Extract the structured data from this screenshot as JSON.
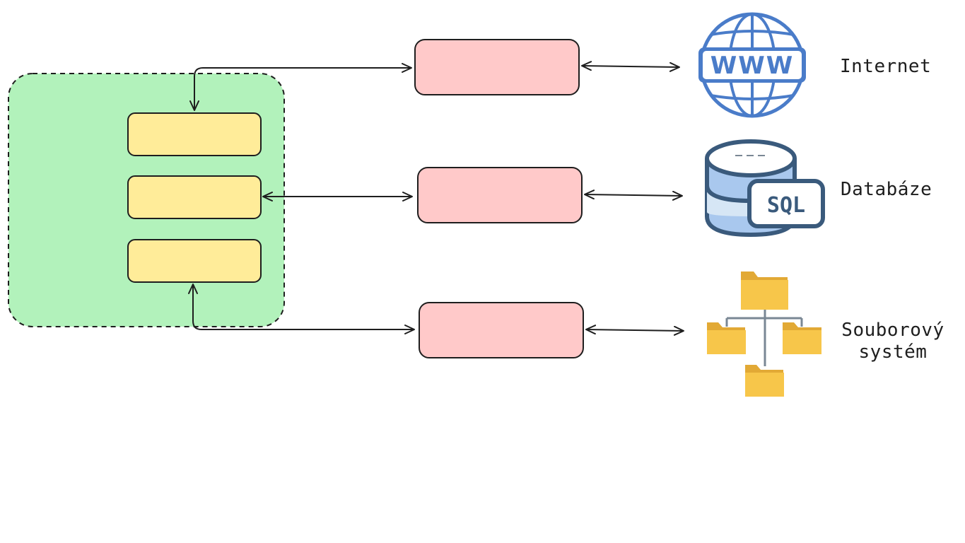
{
  "colors": {
    "container_fill": "#b2f2bb",
    "component_fill": "#ffec99",
    "adapter_fill": "#ffc9c9",
    "stroke": "#1e1e1e",
    "globe_blue": "#4a7cc9",
    "db_navy": "#3a5a7c",
    "db_light": "#d6e6f5",
    "db_mid": "#a9c8ee",
    "folder_yellow": "#f7c64a",
    "folder_tab": "#e2a935",
    "tree_line": "#7a8794"
  },
  "resources": [
    {
      "id": "internet",
      "label": "Internet",
      "icon": "globe-www-icon",
      "icon_text": "WWW"
    },
    {
      "id": "database",
      "label": "Databáze",
      "icon": "sql-database-icon",
      "icon_text": "SQL"
    },
    {
      "id": "filesystem",
      "label_lines": [
        "Souborový",
        "systém"
      ],
      "icon": "folder-tree-icon"
    }
  ]
}
